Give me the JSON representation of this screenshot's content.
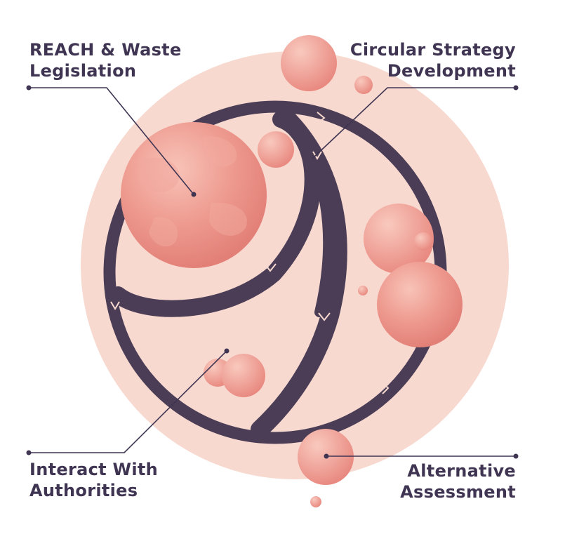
{
  "labels": {
    "reach": {
      "line1": "REACH & Waste",
      "line2": "Legislation"
    },
    "circular": {
      "line1": "Circular Strategy",
      "line2": "Development"
    },
    "interact": {
      "line1": "Interact With",
      "line2": "Authorities"
    },
    "alternative": {
      "line1": "Alternative",
      "line2": "Assessment"
    }
  },
  "colors": {
    "background_disc": "#f8d9d0",
    "ring": "#4a3d55",
    "sphere": "#ea8f85",
    "sphere_light": "#f6b8ad",
    "text": "#3f3552"
  }
}
